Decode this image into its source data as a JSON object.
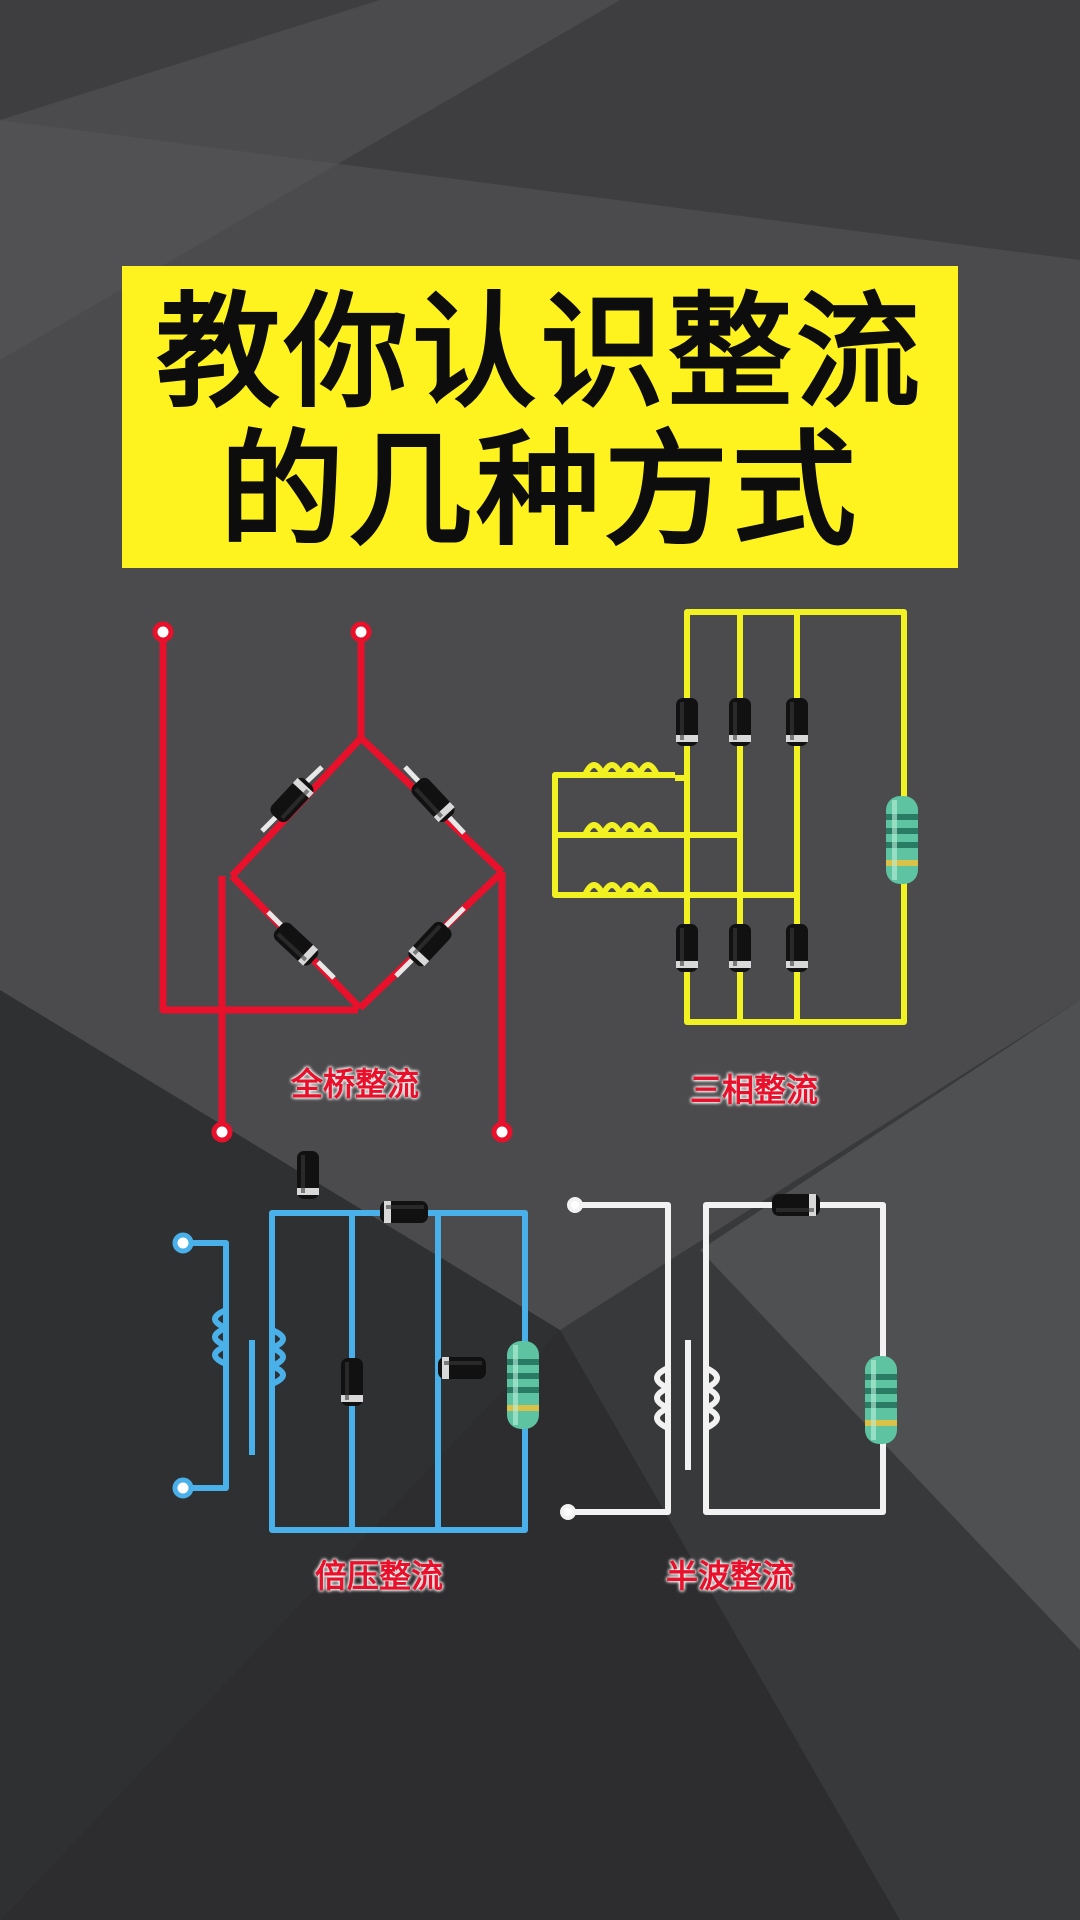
{
  "title": {
    "line1": "教你认识整流",
    "line2": "的几种方式"
  },
  "circuits": [
    {
      "id": "full-bridge",
      "label": "全桥整流",
      "wire_color": "#e8102a"
    },
    {
      "id": "three-phase",
      "label": "三相整流",
      "wire_color": "#f2f222"
    },
    {
      "id": "voltage-doubler",
      "label": "倍压整流",
      "wire_color": "#4ab0ea"
    },
    {
      "id": "half-wave",
      "label": "半波整流",
      "wire_color": "#f2f2f2"
    }
  ],
  "colors": {
    "title_bg": "#fff31f",
    "title_text": "#0d0d0d",
    "caption_text": "#e8102a",
    "background": "#4a4a4c",
    "diode_body": "#111111",
    "diode_band": "#d8d8d8",
    "resistor_body": "#5ec3a0"
  }
}
